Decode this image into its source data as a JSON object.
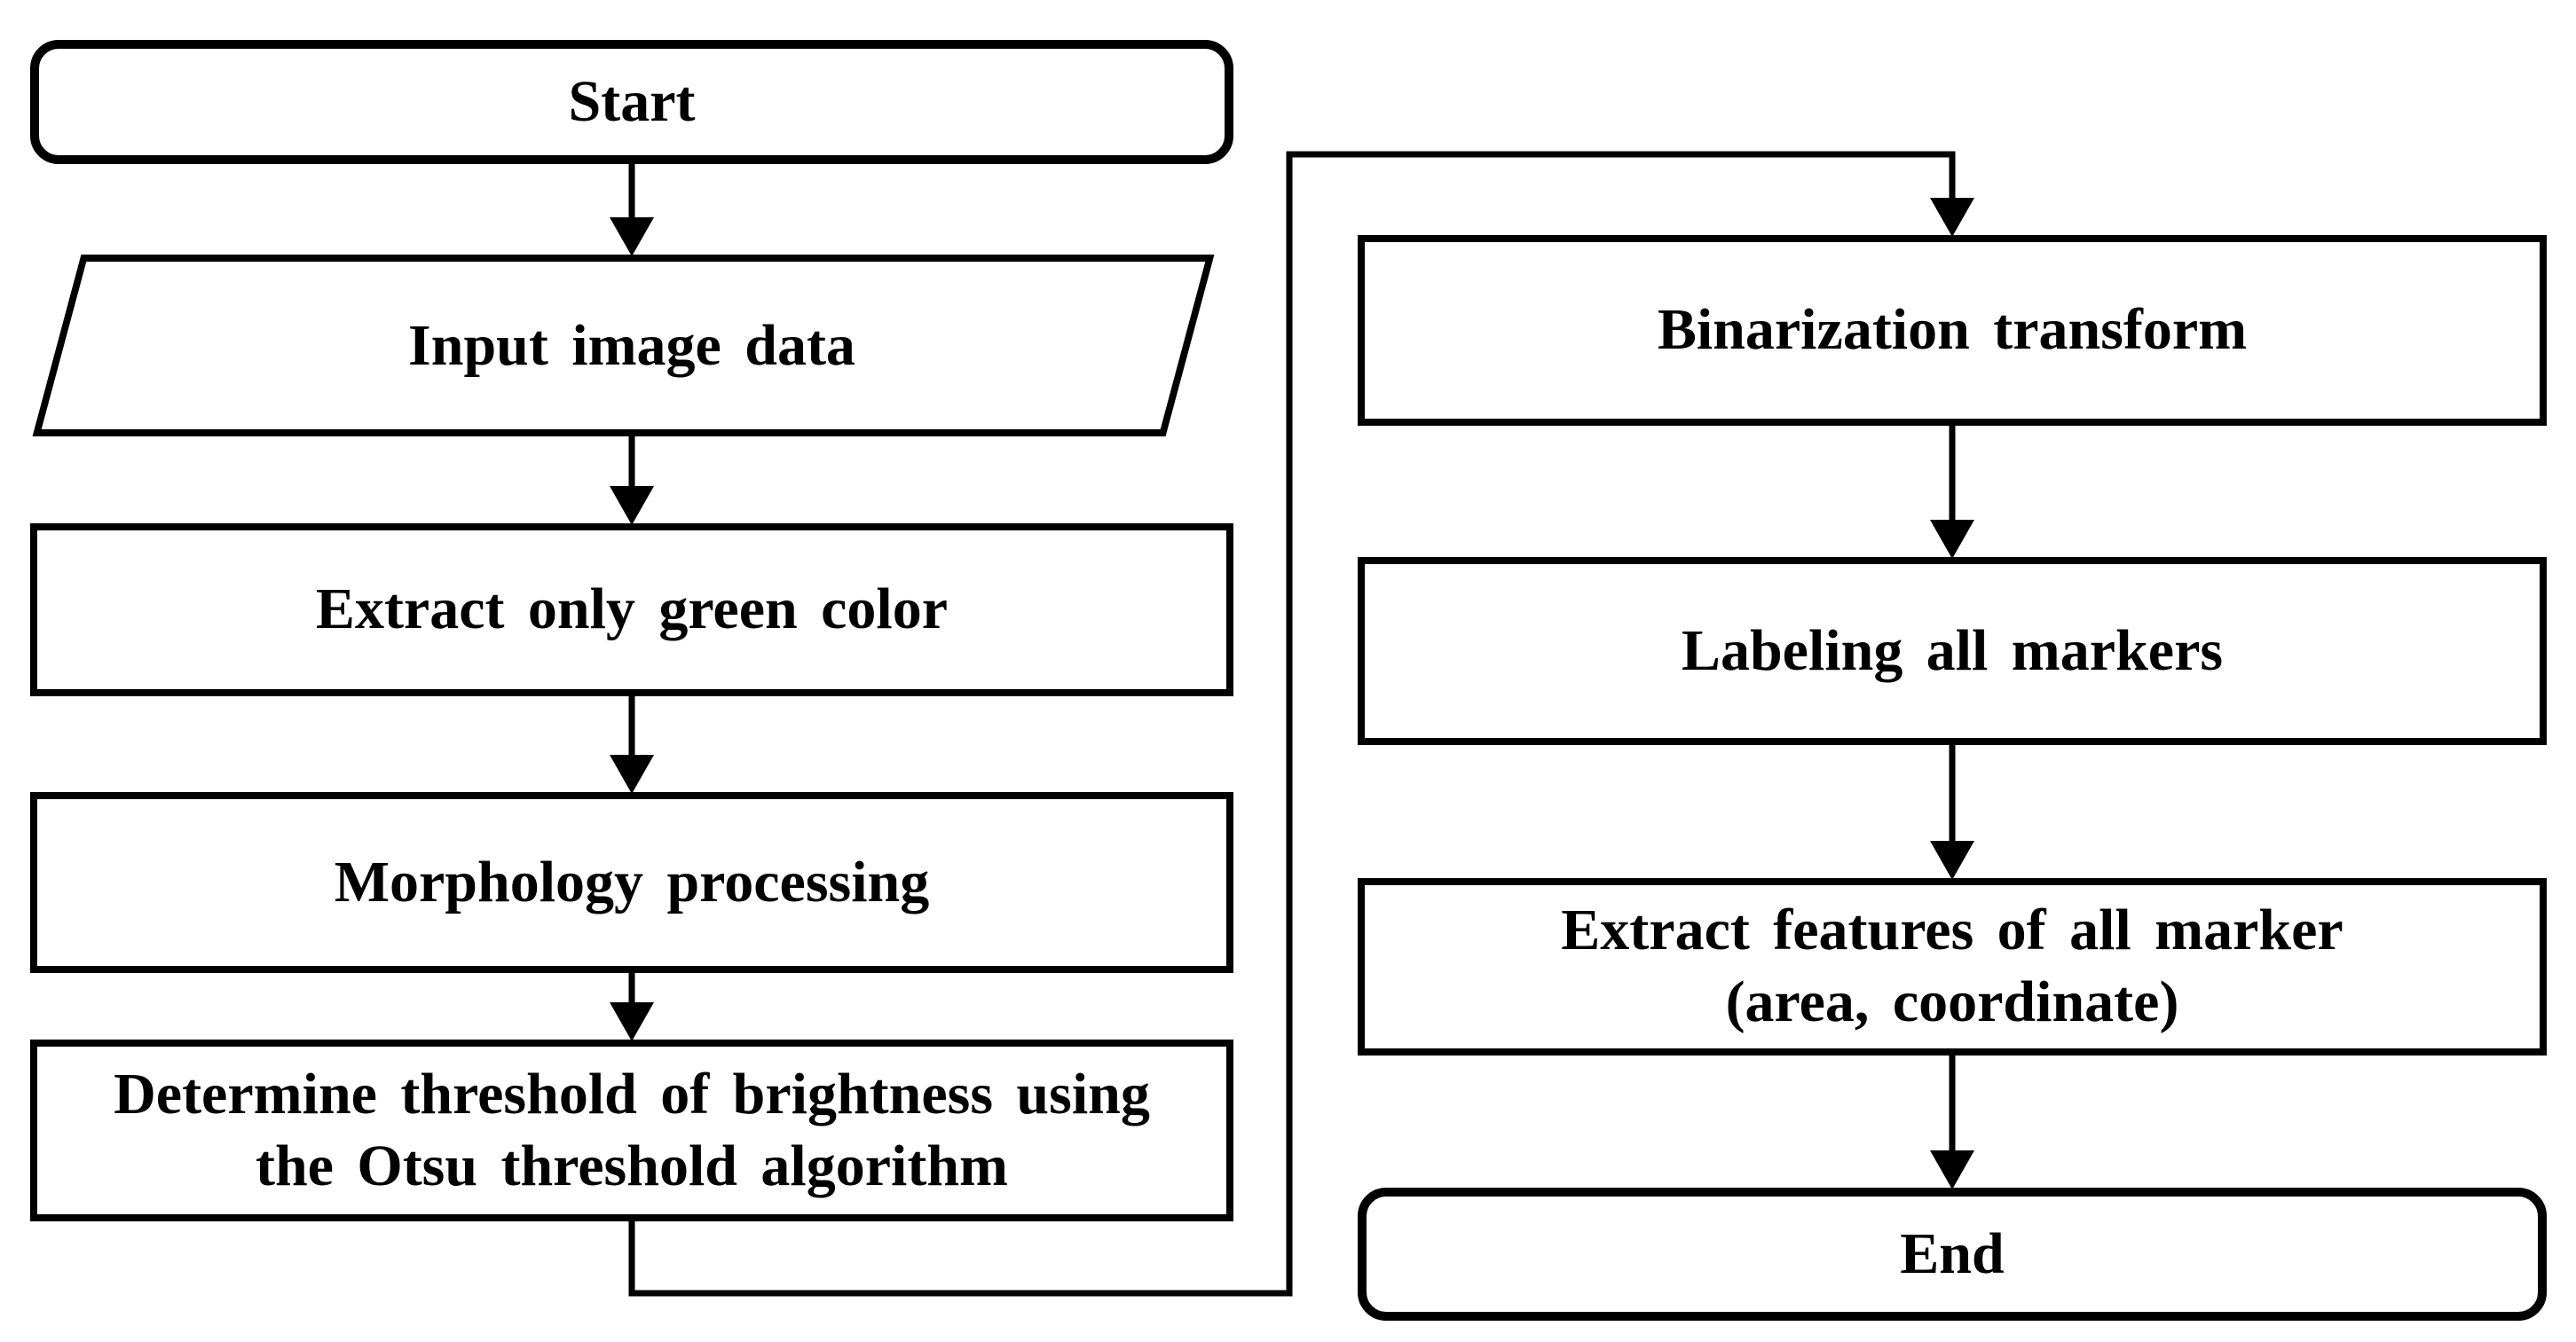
{
  "diagram": {
    "type": "flowchart",
    "background_color": "#ffffff",
    "line_color": "#000000",
    "arrow_style": "filled-triangle",
    "nodes": {
      "start": {
        "label": "Start",
        "shape": "rounded-rectangle"
      },
      "input": {
        "label": "Input image data",
        "shape": "parallelogram"
      },
      "extract_green": {
        "label": "Extract only green color",
        "shape": "rectangle"
      },
      "morphology": {
        "label": "Morphology processing",
        "shape": "rectangle"
      },
      "otsu": {
        "label": "Determine threshold of brightness using the Otsu threshold algorithm",
        "lines": [
          "Determine threshold of brightness using",
          "the Otsu threshold algorithm"
        ],
        "shape": "rectangle"
      },
      "binarization": {
        "label": "Binarization transform",
        "shape": "rectangle"
      },
      "labeling": {
        "label": "Labeling all markers",
        "shape": "rectangle"
      },
      "features": {
        "label": "Extract features of all marker (area, coordinate)",
        "lines": [
          "Extract features of all marker",
          "(area, coordinate)"
        ],
        "shape": "rectangle"
      },
      "end": {
        "label": "End",
        "shape": "rounded-rectangle"
      }
    },
    "edges": [
      {
        "from": "start",
        "to": "input"
      },
      {
        "from": "input",
        "to": "extract_green"
      },
      {
        "from": "extract_green",
        "to": "morphology"
      },
      {
        "from": "morphology",
        "to": "otsu"
      },
      {
        "from": "otsu",
        "to": "binarization"
      },
      {
        "from": "binarization",
        "to": "labeling"
      },
      {
        "from": "labeling",
        "to": "features"
      },
      {
        "from": "features",
        "to": "end"
      }
    ]
  }
}
